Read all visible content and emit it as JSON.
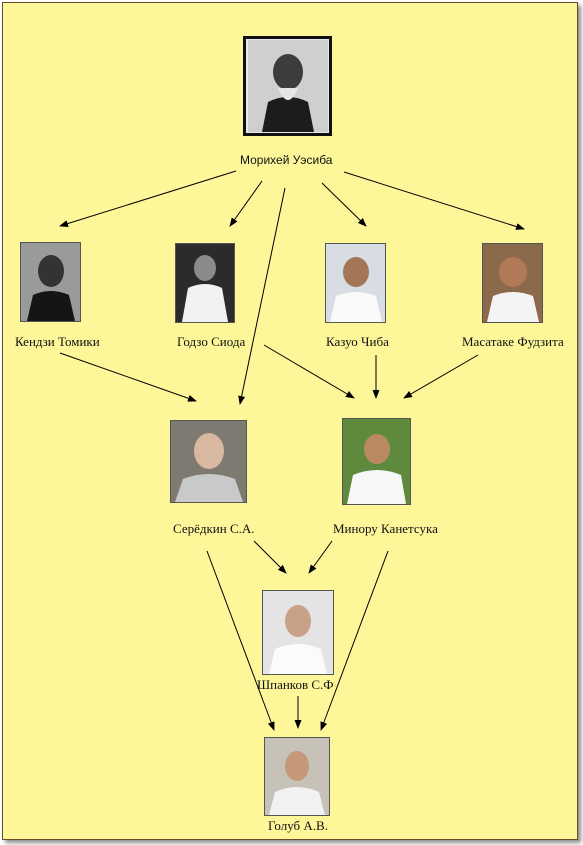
{
  "people": {
    "ueshiba": {
      "name": "Морихей Уэсиба",
      "photo": "portrait-photo"
    },
    "tomiki": {
      "name": "Кендзи Томики",
      "photo": "portrait-photo"
    },
    "shioda": {
      "name": "Годзо Сиода",
      "photo": "portrait-photo"
    },
    "chiba": {
      "name": "Казуо Чиба",
      "photo": "portrait-photo"
    },
    "fujita": {
      "name": "Масатаке Фудзита",
      "photo": "portrait-photo"
    },
    "seryodkin": {
      "name": "Серёдкин С.А.",
      "photo": "portrait-photo"
    },
    "kanetsuka": {
      "name": "Минору Канетсука",
      "photo": "portrait-photo"
    },
    "shpankov": {
      "name": "Шпанков С.Ф",
      "photo": "portrait-photo"
    },
    "golub": {
      "name": "Голуб А.В.",
      "photo": "portrait-photo"
    }
  },
  "lineage": [
    [
      "ueshiba",
      "tomiki"
    ],
    [
      "ueshiba",
      "shioda"
    ],
    [
      "ueshiba",
      "chiba"
    ],
    [
      "ueshiba",
      "fujita"
    ],
    [
      "ueshiba",
      "seryodkin"
    ],
    [
      "tomiki",
      "seryodkin"
    ],
    [
      "shioda",
      "kanetsuka"
    ],
    [
      "chiba",
      "kanetsuka"
    ],
    [
      "fujita",
      "kanetsuka"
    ],
    [
      "seryodkin",
      "shpankov"
    ],
    [
      "kanetsuka",
      "shpankov"
    ],
    [
      "seryodkin",
      "golub"
    ],
    [
      "shpankov",
      "golub"
    ],
    [
      "kanetsuka",
      "golub"
    ]
  ],
  "colors": {
    "background": "#fdf79a",
    "border": "#6b4a2a",
    "arrow": "#000000"
  }
}
